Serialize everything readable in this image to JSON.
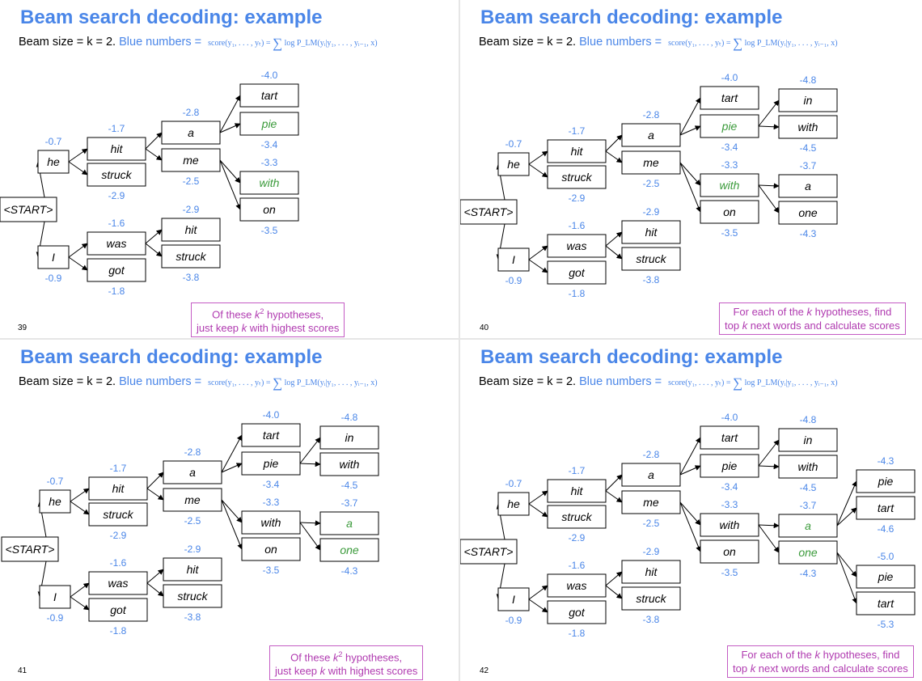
{
  "colors": {
    "title": "#4a86e8",
    "score": "#4a86e8",
    "kept_word": "#3a9a3a",
    "callout": "#b03ab0"
  },
  "common": {
    "title": "Beam search decoding: example",
    "beam_text": "Beam size = k = 2. ",
    "blue_label": "Blue numbers = ",
    "formula_lhs": "score(y₁, . . . , yₜ) = ",
    "formula_sum": "∑",
    "formula_rhs": "log P_LM(yᵢ|y₁, . . . , yᵢ₋₁, x)"
  },
  "slides": [
    {
      "page": "39",
      "callout": {
        "pre": "Of these ",
        "k2": "k",
        "sup": "2",
        "mid": " hypotheses,",
        "line2_pre": "just keep ",
        "line2_k": "k",
        "line2_post": " with highest scores"
      },
      "nodes": [
        {
          "id": "start",
          "label": "<START>"
        },
        {
          "id": "he",
          "label": "he",
          "score": "-0.7"
        },
        {
          "id": "I",
          "label": "I",
          "score": "-0.9"
        },
        {
          "id": "hit1",
          "label": "hit",
          "score": "-1.7"
        },
        {
          "id": "struck1",
          "label": "struck",
          "score": "-2.9"
        },
        {
          "id": "was",
          "label": "was",
          "score": "-1.6"
        },
        {
          "id": "got",
          "label": "got",
          "score": "-1.8"
        },
        {
          "id": "a",
          "label": "a",
          "score": "-2.8"
        },
        {
          "id": "me",
          "label": "me",
          "score": "-2.5"
        },
        {
          "id": "hit2",
          "label": "hit",
          "score": "-2.9"
        },
        {
          "id": "struck2",
          "label": "struck",
          "score": "-3.8"
        },
        {
          "id": "tart",
          "label": "tart",
          "score": "-4.0"
        },
        {
          "id": "pie",
          "label": "pie",
          "score": "-3.4",
          "green": true
        },
        {
          "id": "with",
          "label": "with",
          "score": "-3.3",
          "green": true
        },
        {
          "id": "on",
          "label": "on",
          "score": "-3.5"
        }
      ]
    },
    {
      "page": "40",
      "callout": {
        "line1_pre": "For each of the ",
        "line1_k": "k",
        "line1_post": " hypotheses, find",
        "line2_pre": "top ",
        "line2_k": "k",
        "line2_post": " next words and calculate scores"
      },
      "nodes": [
        {
          "id": "start",
          "label": "<START>"
        },
        {
          "id": "he",
          "label": "he",
          "score": "-0.7"
        },
        {
          "id": "I",
          "label": "I",
          "score": "-0.9"
        },
        {
          "id": "hit1",
          "label": "hit",
          "score": "-1.7"
        },
        {
          "id": "struck1",
          "label": "struck",
          "score": "-2.9"
        },
        {
          "id": "was",
          "label": "was",
          "score": "-1.6"
        },
        {
          "id": "got",
          "label": "got",
          "score": "-1.8"
        },
        {
          "id": "a",
          "label": "a",
          "score": "-2.8"
        },
        {
          "id": "me",
          "label": "me",
          "score": "-2.5"
        },
        {
          "id": "hit2",
          "label": "hit",
          "score": "-2.9"
        },
        {
          "id": "struck2",
          "label": "struck",
          "score": "-3.8"
        },
        {
          "id": "tart",
          "label": "tart",
          "score": "-4.0"
        },
        {
          "id": "pie",
          "label": "pie",
          "score": "-3.4",
          "green": true
        },
        {
          "id": "with",
          "label": "with",
          "score": "-3.3",
          "green": true
        },
        {
          "id": "on",
          "label": "on",
          "score": "-3.5"
        },
        {
          "id": "in",
          "label": "in",
          "score": "-4.8"
        },
        {
          "id": "with2",
          "label": "with",
          "score": "-4.5"
        },
        {
          "id": "a2",
          "label": "a",
          "score": "-3.7"
        },
        {
          "id": "one",
          "label": "one",
          "score": "-4.3"
        }
      ]
    },
    {
      "page": "41",
      "callout": {
        "pre": "Of these ",
        "k2": "k",
        "sup": "2",
        "mid": " hypotheses,",
        "line2_pre": "just keep ",
        "line2_k": "k",
        "line2_post": " with highest scores"
      },
      "nodes": [
        {
          "id": "start",
          "label": "<START>"
        },
        {
          "id": "he",
          "label": "he",
          "score": "-0.7"
        },
        {
          "id": "I",
          "label": "I",
          "score": "-0.9"
        },
        {
          "id": "hit1",
          "label": "hit",
          "score": "-1.7"
        },
        {
          "id": "struck1",
          "label": "struck",
          "score": "-2.9"
        },
        {
          "id": "was",
          "label": "was",
          "score": "-1.6"
        },
        {
          "id": "got",
          "label": "got",
          "score": "-1.8"
        },
        {
          "id": "a",
          "label": "a",
          "score": "-2.8"
        },
        {
          "id": "me",
          "label": "me",
          "score": "-2.5"
        },
        {
          "id": "hit2",
          "label": "hit",
          "score": "-2.9"
        },
        {
          "id": "struck2",
          "label": "struck",
          "score": "-3.8"
        },
        {
          "id": "tart",
          "label": "tart",
          "score": "-4.0"
        },
        {
          "id": "pie",
          "label": "pie",
          "score": "-3.4"
        },
        {
          "id": "with",
          "label": "with",
          "score": "-3.3"
        },
        {
          "id": "on",
          "label": "on",
          "score": "-3.5"
        },
        {
          "id": "in",
          "label": "in",
          "score": "-4.8"
        },
        {
          "id": "with2",
          "label": "with",
          "score": "-4.5"
        },
        {
          "id": "a2",
          "label": "a",
          "score": "-3.7",
          "green": true
        },
        {
          "id": "one",
          "label": "one",
          "score": "-4.3",
          "green": true
        }
      ]
    },
    {
      "page": "42",
      "callout": {
        "line1_pre": "For each of the ",
        "line1_k": "k",
        "line1_post": " hypotheses, find",
        "line2_pre": "top ",
        "line2_k": "k",
        "line2_post": " next words and calculate scores"
      },
      "nodes": [
        {
          "id": "start",
          "label": "<START>"
        },
        {
          "id": "he",
          "label": "he",
          "score": "-0.7"
        },
        {
          "id": "I",
          "label": "I",
          "score": "-0.9"
        },
        {
          "id": "hit1",
          "label": "hit",
          "score": "-1.7"
        },
        {
          "id": "struck1",
          "label": "struck",
          "score": "-2.9"
        },
        {
          "id": "was",
          "label": "was",
          "score": "-1.6"
        },
        {
          "id": "got",
          "label": "got",
          "score": "-1.8"
        },
        {
          "id": "a",
          "label": "a",
          "score": "-2.8"
        },
        {
          "id": "me",
          "label": "me",
          "score": "-2.5"
        },
        {
          "id": "hit2",
          "label": "hit",
          "score": "-2.9"
        },
        {
          "id": "struck2",
          "label": "struck",
          "score": "-3.8"
        },
        {
          "id": "tart",
          "label": "tart",
          "score": "-4.0"
        },
        {
          "id": "pie",
          "label": "pie",
          "score": "-3.4"
        },
        {
          "id": "with",
          "label": "with",
          "score": "-3.3"
        },
        {
          "id": "on",
          "label": "on",
          "score": "-3.5"
        },
        {
          "id": "in",
          "label": "in",
          "score": "-4.8"
        },
        {
          "id": "with2",
          "label": "with",
          "score": "-4.5"
        },
        {
          "id": "a2",
          "label": "a",
          "score": "-3.7",
          "green": true
        },
        {
          "id": "one",
          "label": "one",
          "score": "-4.3",
          "green": true
        },
        {
          "id": "pie2",
          "label": "pie",
          "score": "-4.3"
        },
        {
          "id": "tart2",
          "label": "tart",
          "score": "-4.6"
        },
        {
          "id": "pie3",
          "label": "pie",
          "score": "-5.0"
        },
        {
          "id": "tart3",
          "label": "tart",
          "score": "-5.3"
        }
      ]
    }
  ]
}
